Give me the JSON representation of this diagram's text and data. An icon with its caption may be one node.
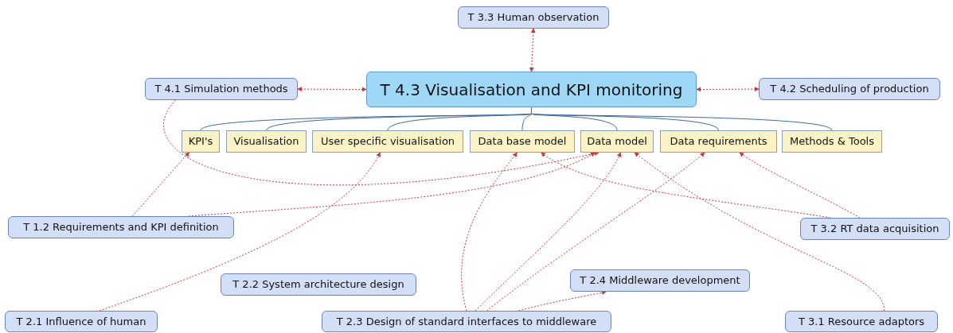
{
  "diagram": {
    "nodes": [
      {
        "text": [
          "T 3.3 Human observation"
        ]
      },
      {
        "text": [
          "T 4.1 Simulation methods"
        ]
      },
      {
        "text": [
          "T 4.3 Visualisation and KPI monitoring"
        ]
      },
      {
        "text": [
          "T 4.2 Scheduling of production"
        ]
      },
      {
        "text": [
          "KPI's"
        ]
      },
      {
        "text": [
          "Visualisation"
        ]
      },
      {
        "text": [
          "User specific visualisation"
        ]
      },
      {
        "text": [
          "Data base model"
        ]
      },
      {
        "text": [
          "Data model"
        ]
      },
      {
        "text": [
          "Data requirements"
        ]
      },
      {
        "text": [
          "Methods & Tools"
        ]
      },
      {
        "text": [
          "T 1.2 Requirements and KPI definition"
        ]
      },
      {
        "text": [
          "T 3.2 RT data acquisition"
        ]
      },
      {
        "text": [
          "T 2.2 System architecture design"
        ]
      },
      {
        "text": [
          "T 2.4 Middleware development"
        ]
      },
      {
        "text": [
          "T 2.1 Influence of human"
        ]
      },
      {
        "text": [
          "T 2.3 Design of standard interfaces to middleware"
        ]
      },
      {
        "text": [
          "T 3.1 Resource adaptors"
        ]
      }
    ],
    "edges": [
      {
        "from": 2,
        "to": 4,
        "arrow": "none",
        "color": "#3d6a9a"
      },
      {
        "from": 2,
        "to": 5,
        "arrow": "none",
        "color": "#3d6a9a"
      },
      {
        "from": 2,
        "to": 6,
        "arrow": "none",
        "color": "#3d6a9a"
      },
      {
        "from": 2,
        "to": 7,
        "arrow": "none",
        "color": "#3d6a9a"
      },
      {
        "from": 2,
        "to": 8,
        "arrow": "none",
        "color": "#3d6a9a"
      },
      {
        "from": 2,
        "to": 9,
        "arrow": "none",
        "color": "#3d6a9a"
      },
      {
        "from": 2,
        "to": 10,
        "arrow": "none",
        "color": "#3d6a9a"
      },
      {
        "from": 0,
        "to": 2,
        "arrow": "both",
        "style": "dashed"
      },
      {
        "from": 1,
        "to": 2,
        "arrow": "both",
        "style": "dashed"
      },
      {
        "from": 2,
        "to": 3,
        "arrow": "both",
        "style": "dashed"
      },
      {
        "from": 1,
        "to": 8,
        "arrow": "to",
        "style": "dashed"
      },
      {
        "from": 11,
        "to": 4,
        "arrow": "to",
        "style": "dashed"
      },
      {
        "from": 11,
        "to": 8,
        "arrow": "to",
        "style": "dashed"
      },
      {
        "from": 15,
        "to": 6,
        "arrow": "to",
        "style": "dashed"
      },
      {
        "from": 16,
        "to": 7,
        "arrow": "to",
        "style": "dashed"
      },
      {
        "from": 16,
        "to": 8,
        "arrow": "to",
        "style": "dashed"
      },
      {
        "from": 16,
        "to": 9,
        "arrow": "to",
        "style": "dashed"
      },
      {
        "from": 16,
        "to": 14,
        "arrow": "to",
        "style": "dashed"
      },
      {
        "from": 12,
        "to": 7,
        "arrow": "to",
        "style": "dashed"
      },
      {
        "from": 12,
        "to": 9,
        "arrow": "to",
        "style": "dashed"
      },
      {
        "from": 17,
        "to": 8,
        "arrow": "to",
        "style": "dashed"
      }
    ]
  }
}
